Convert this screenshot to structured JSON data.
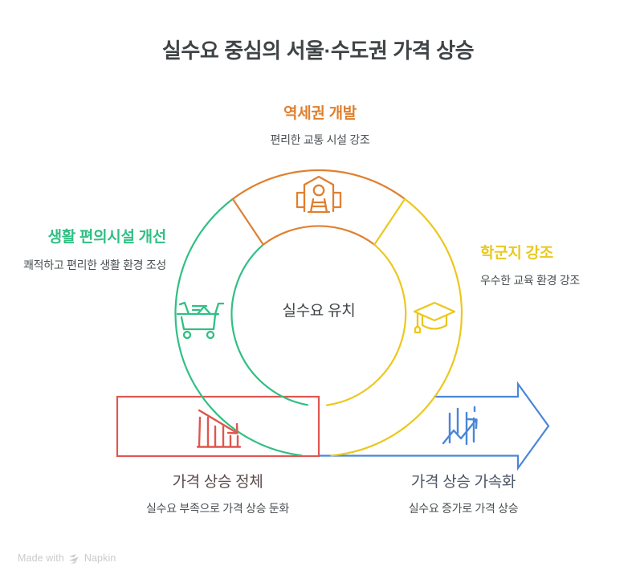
{
  "title": "실수요 중심의 서울·수도권 가격 상승",
  "center": {
    "label": "실수요 유치"
  },
  "colors": {
    "orange": "#e08030",
    "green": "#31bf84",
    "yellow": "#ebc81e",
    "red": "#e0564f",
    "blue": "#4a86d8",
    "title_text": "#3f4446",
    "body_text": "#4a4f52",
    "bottom_left_text": "#5b4b4b",
    "bottom_right_text": "#4b5566",
    "watermark": "#c9cacb"
  },
  "nodes": {
    "top": {
      "title": "역세권 개발",
      "subtitle": "편리한 교통 시설 강조",
      "icon": "train-station-icon",
      "color": "#e08030"
    },
    "left": {
      "title": "생활 편의시설 개선",
      "subtitle": "쾌적하고 편리한 생활 환경 조성",
      "icon": "shopping-cart-icon",
      "color": "#31bf84"
    },
    "right": {
      "title": "학군지 강조",
      "subtitle": "우수한 교육 환경 강조",
      "icon": "graduation-cap-icon",
      "color": "#ebc81e"
    },
    "bottom_left": {
      "title": "가격 상승 정체",
      "subtitle": "실수요 부족으로 가격 상승 둔화",
      "icon": "declining-bar-chart-icon",
      "color": "#e0564f"
    },
    "bottom_right": {
      "title": "가격 상승 가속화",
      "subtitle": "실수요 증가로 가격 상승",
      "icon": "rising-trend-chart-icon",
      "color": "#4a86d8"
    }
  },
  "watermark": {
    "prefix": "Made with",
    "brand": "Napkin"
  }
}
